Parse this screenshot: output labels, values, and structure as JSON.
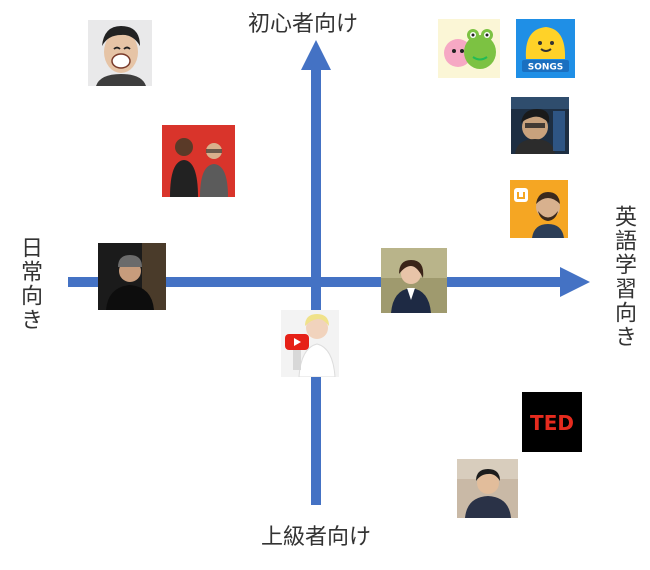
{
  "axes": {
    "top": "初心者向け",
    "bottom": "上級者向け",
    "left": "日常向き",
    "right": "英語学習向き"
  },
  "colors": {
    "axis": "#4472C4",
    "label": "#333333"
  },
  "thumbnails": [
    {
      "id": "laughing-man",
      "icon": "person-portrait"
    },
    {
      "id": "two-men-red",
      "icon": "duo-portrait"
    },
    {
      "id": "cartoon-frog",
      "icon": "cartoon-characters"
    },
    {
      "id": "songs-logo",
      "icon": "songs-logo",
      "text": "SONGS"
    },
    {
      "id": "animated-dark",
      "icon": "animated-character"
    },
    {
      "id": "bearded-man",
      "icon": "person-portrait"
    },
    {
      "id": "man-beanie",
      "icon": "person-portrait"
    },
    {
      "id": "woman-outdoor",
      "icon": "person-portrait"
    },
    {
      "id": "woman-youtube",
      "icon": "youtube-play-icon"
    },
    {
      "id": "ted-logo",
      "icon": "ted-logo",
      "text": "TED"
    },
    {
      "id": "young-man",
      "icon": "person-portrait"
    }
  ]
}
